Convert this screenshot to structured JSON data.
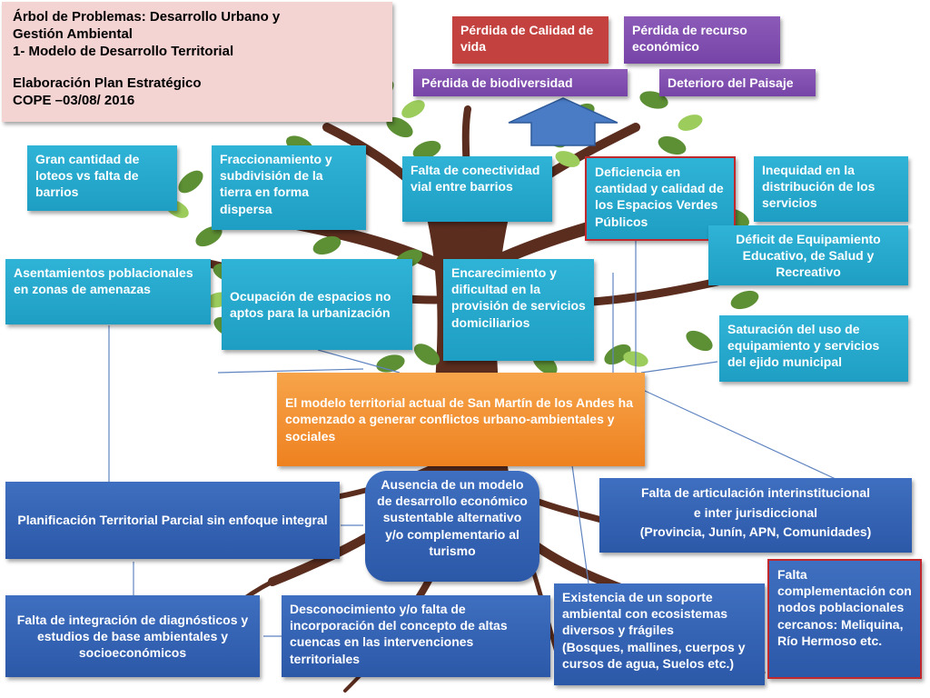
{
  "title_box": {
    "lines": [
      "Árbol de Problemas: Desarrollo Urbano y",
      "Gestión Ambiental",
      "1- Modelo de Desarrollo Territorial",
      "",
      "Elaboración Plan Estratégico",
      "COPE –03/08/ 2016"
    ]
  },
  "effects": {
    "calidad_vida": "Pérdida de Calidad de vida",
    "recurso_economico": "Pérdida de recurso económico",
    "biodiversidad": "Pérdida de biodiversidad",
    "paisaje": "Deterioro del Paisaje"
  },
  "branches": {
    "loteos": "Gran cantidad de loteos vs falta de barrios",
    "fraccionamiento": "Fraccionamiento y subdivisión de la tierra en forma dispersa",
    "conectividad": "Falta de conectividad vial entre barrios",
    "espacios_verdes": "Deficiencia en cantidad y calidad de los Espacios Verdes Públicos",
    "inequidad": "Inequidad en la distribución de los servicios",
    "deficit": "Déficit de Equipamiento Educativo, de Salud y Recreativo",
    "asentamientos": "Asentamientos poblacionales en zonas de amenazas",
    "ocupacion": "Ocupación de espacios no aptos para la urbanización",
    "encarecimiento": "Encarecimiento y dificultad en la provisión de servicios domiciliarios",
    "saturacion": "Saturación del uso de equipamiento y servicios del ejido municipal"
  },
  "central_problem": "El modelo territorial actual de San Martín de los Andes ha comenzado a generar conflictos urbano-ambientales y sociales",
  "roots": {
    "planificacion": "Planificación Territorial Parcial sin enfoque integral",
    "ausencia_modelo": "Ausencia de un modelo de desarrollo económico sustentable alternativo y/o complementario al turismo",
    "articulacion_1": "Falta de articulación interinstitucional",
    "articulacion_2": "e inter jurisdiccional",
    "articulacion_3": "(Provincia, Junín, APN, Comunidades)",
    "integracion": "Falta de integración de diagnósticos y estudios de base ambientales y socioeconómicos",
    "desconocimiento": "Desconocimiento y/o falta de incorporación del concepto de altas cuencas en las intervenciones territoriales",
    "soporte_1": "Existencia de un soporte ambiental con ecosistemas diversos y frágiles",
    "soporte_2": "(Bosques, mallines, cuerpos y cursos de agua, Suelos etc.)",
    "complementacion": "Falta complementación con nodos poblacionales cercanos: Meliquina, Río Hermoso etc."
  },
  "colors": {
    "cyan": "#2fb3d6",
    "blue": "#2c58a8",
    "red": "#c3413e",
    "purple": "#7644a7",
    "orange": "#ee8120",
    "title_bg": "#f3d4d2"
  }
}
